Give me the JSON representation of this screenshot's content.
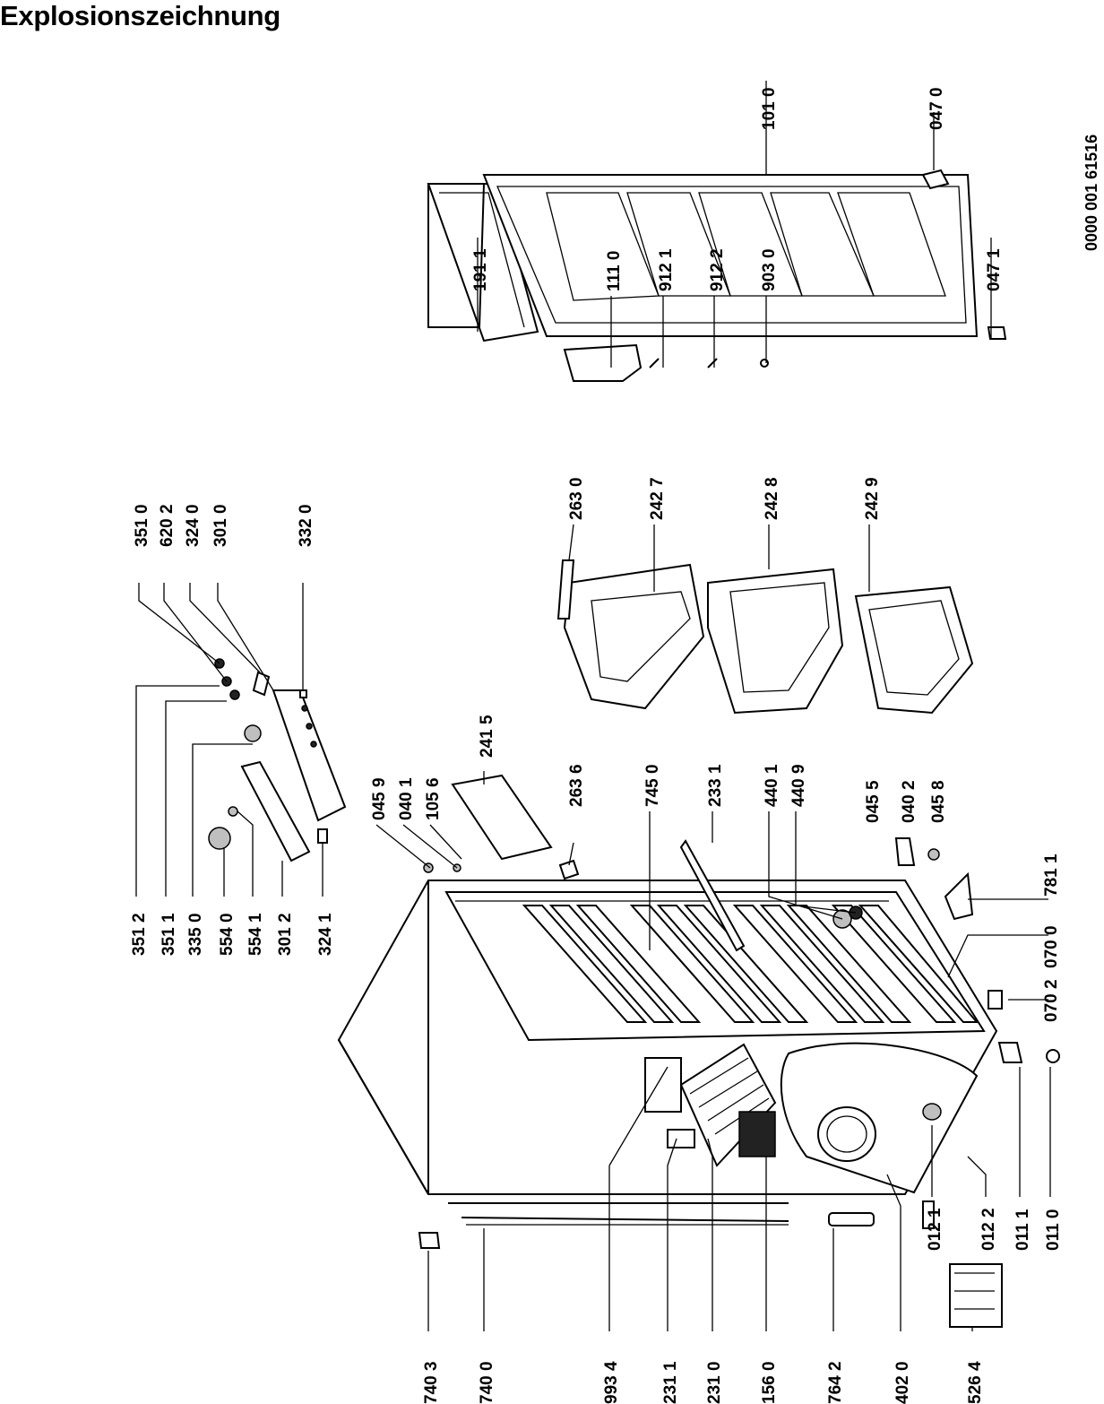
{
  "title": "Explosionszeichnung",
  "document_number": "0000 001 61516",
  "part_labels": [
    "740 3",
    "740 0",
    "993 4",
    "231 1",
    "231 0",
    "156 0",
    "764 2",
    "402 0",
    "526 4",
    "012 1",
    "012 2",
    "011 1",
    "011 0",
    "351 2",
    "351 1",
    "335 0",
    "554 0",
    "554 1",
    "301 2",
    "324 1",
    "351 0",
    "620 2",
    "324 0",
    "301 0",
    "332 0",
    "045 9",
    "040 1",
    "105 6",
    "241 5",
    "263 6",
    "745 0",
    "233 1",
    "440 1",
    "440 9",
    "045 5",
    "040 2",
    "045 8",
    "781 1",
    "070 0",
    "070 2",
    "263 0",
    "242 7",
    "242 8",
    "242 9",
    "191 1",
    "111 0",
    "912 1",
    "912 2",
    "903 0",
    "047 1",
    "101 0",
    "047 0"
  ]
}
